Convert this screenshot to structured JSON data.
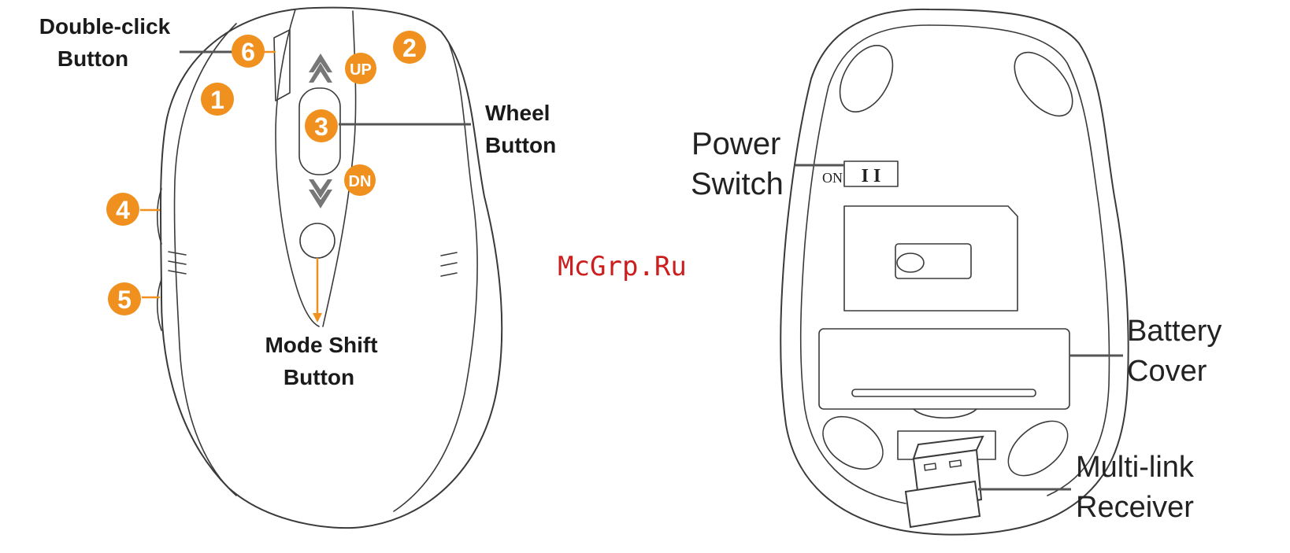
{
  "top_view": {
    "double_click_label": [
      "Double-click",
      "Button"
    ],
    "wheel_label": [
      "Wheel",
      "Button"
    ],
    "mode_shift_label": [
      "Mode Shift",
      "Button"
    ],
    "badges": {
      "b1": "1",
      "b2": "2",
      "b3": "3",
      "b4": "4",
      "b5": "5",
      "b6": "6",
      "up": "UP",
      "dn": "DN"
    }
  },
  "bottom_view": {
    "power_switch_label": [
      "Power",
      "Switch"
    ],
    "switch_on_text": "ON",
    "switch_off_marks": "I I",
    "battery_cover_label": [
      "Battery",
      "Cover"
    ],
    "receiver_label": [
      "Multi-link",
      "Receiver"
    ]
  },
  "watermark": "McGrp.Ru",
  "colors": {
    "badge": "#f0901e",
    "outline": "#3a3a3a",
    "watermark": "#cc1e1e"
  }
}
